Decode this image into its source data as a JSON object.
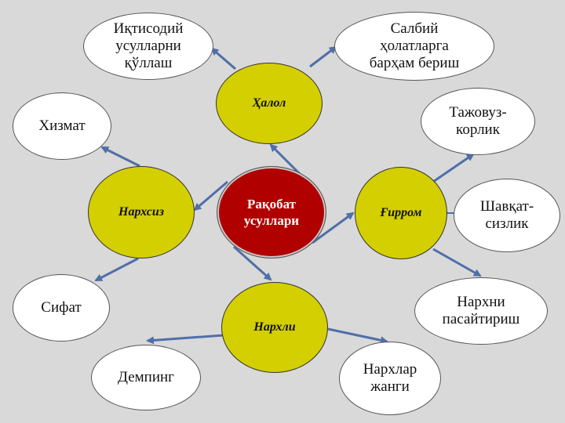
{
  "colors": {
    "background": "#d9d9d9",
    "hub_fill": "#d4cf00",
    "center_fill": "#b10000",
    "leaf_fill": "#ffffff",
    "arrow": "#4f6fa8"
  },
  "center": {
    "label": "Рақобат\nусуллари"
  },
  "hubs": {
    "halol": "Ҳалол",
    "narxsiz": "Нархсиз",
    "g_irrom": "Ғирром",
    "narxli": "Нархли"
  },
  "leaves": {
    "iqtisodiy": "Иқтисодий\nусулларни\nқўллаш",
    "salbiy": "Салбий\nҳолатларга\nбарҳам бериш",
    "xizmat": "Хизмат",
    "tajovuz": "Тажовуз-\nкорлик",
    "shavqat": "Шавқат-\nсизлик",
    "sifat": "Сифат",
    "narxni": "Нархни\nпасайтириш",
    "demping": "Демпинг",
    "narxlar": "Нархлар\nжанги"
  }
}
